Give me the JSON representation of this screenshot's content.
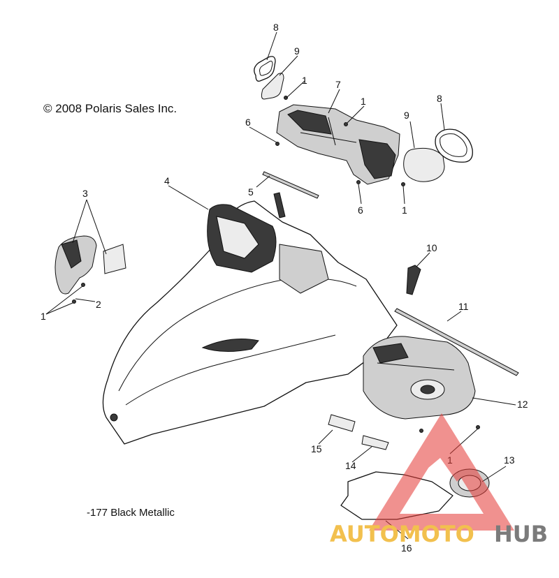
{
  "copyright": "© 2008 Polaris Sales Inc.",
  "color_note": "-177 Black Metallic",
  "callouts": [
    "1",
    "2",
    "3",
    "4",
    "5",
    "6",
    "7",
    "8",
    "9",
    "10",
    "11",
    "12",
    "13",
    "14",
    "15",
    "16"
  ],
  "watermark": {
    "part1": "AUTOMOTO",
    "part2": "HUB",
    "accent_color": "#f2c04e",
    "secondary_color": "#7b7b7b",
    "logo_color": "#e53935"
  }
}
